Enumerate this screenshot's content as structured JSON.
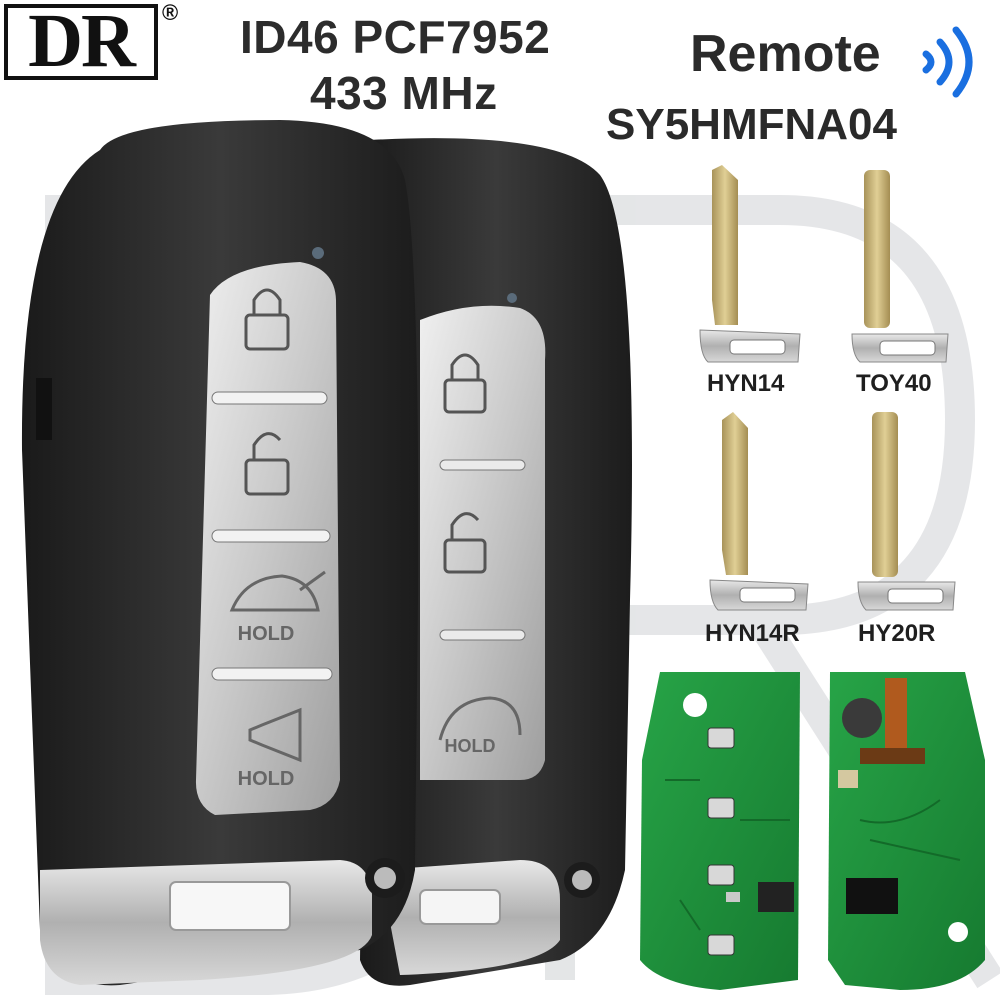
{
  "logo": {
    "text": "DR",
    "reg": "®"
  },
  "header": {
    "chip": "ID46 PCF7952",
    "frequency": "433 MHz",
    "remote": "Remote",
    "fcc_id": "SY5HMFNA04"
  },
  "blades": [
    {
      "label": "HYN14"
    },
    {
      "label": "TOY40"
    },
    {
      "label": "HYN14R"
    },
    {
      "label": "HY20R"
    }
  ],
  "buttons": {
    "hold_label": "HOLD"
  },
  "colors": {
    "fob_body": "#2b2b2b",
    "button_silver": "#d4d4d4",
    "pcb_green": "#1f8f3a",
    "blade_brass": "#c9b67a",
    "watermark": "#9aa0a6",
    "signal_blue": "#1a6fe0"
  }
}
